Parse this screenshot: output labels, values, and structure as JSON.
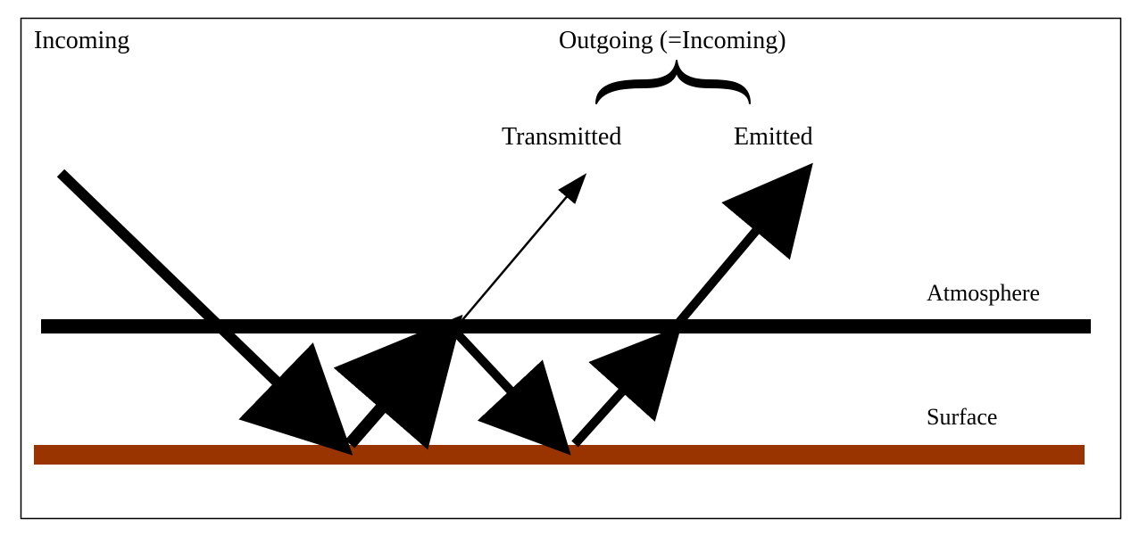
{
  "labels": {
    "incoming": "Incoming",
    "outgoing": "Outgoing (=Incoming)",
    "transmitted": "Transmitted",
    "emitted": "Emitted",
    "atmosphere": "Atmosphere",
    "surface": "Surface"
  },
  "colors": {
    "border": "#000000",
    "arrow": "#000000",
    "atmosphere_line": "#000000",
    "surface_band": "#993300",
    "background": "#ffffff"
  }
}
